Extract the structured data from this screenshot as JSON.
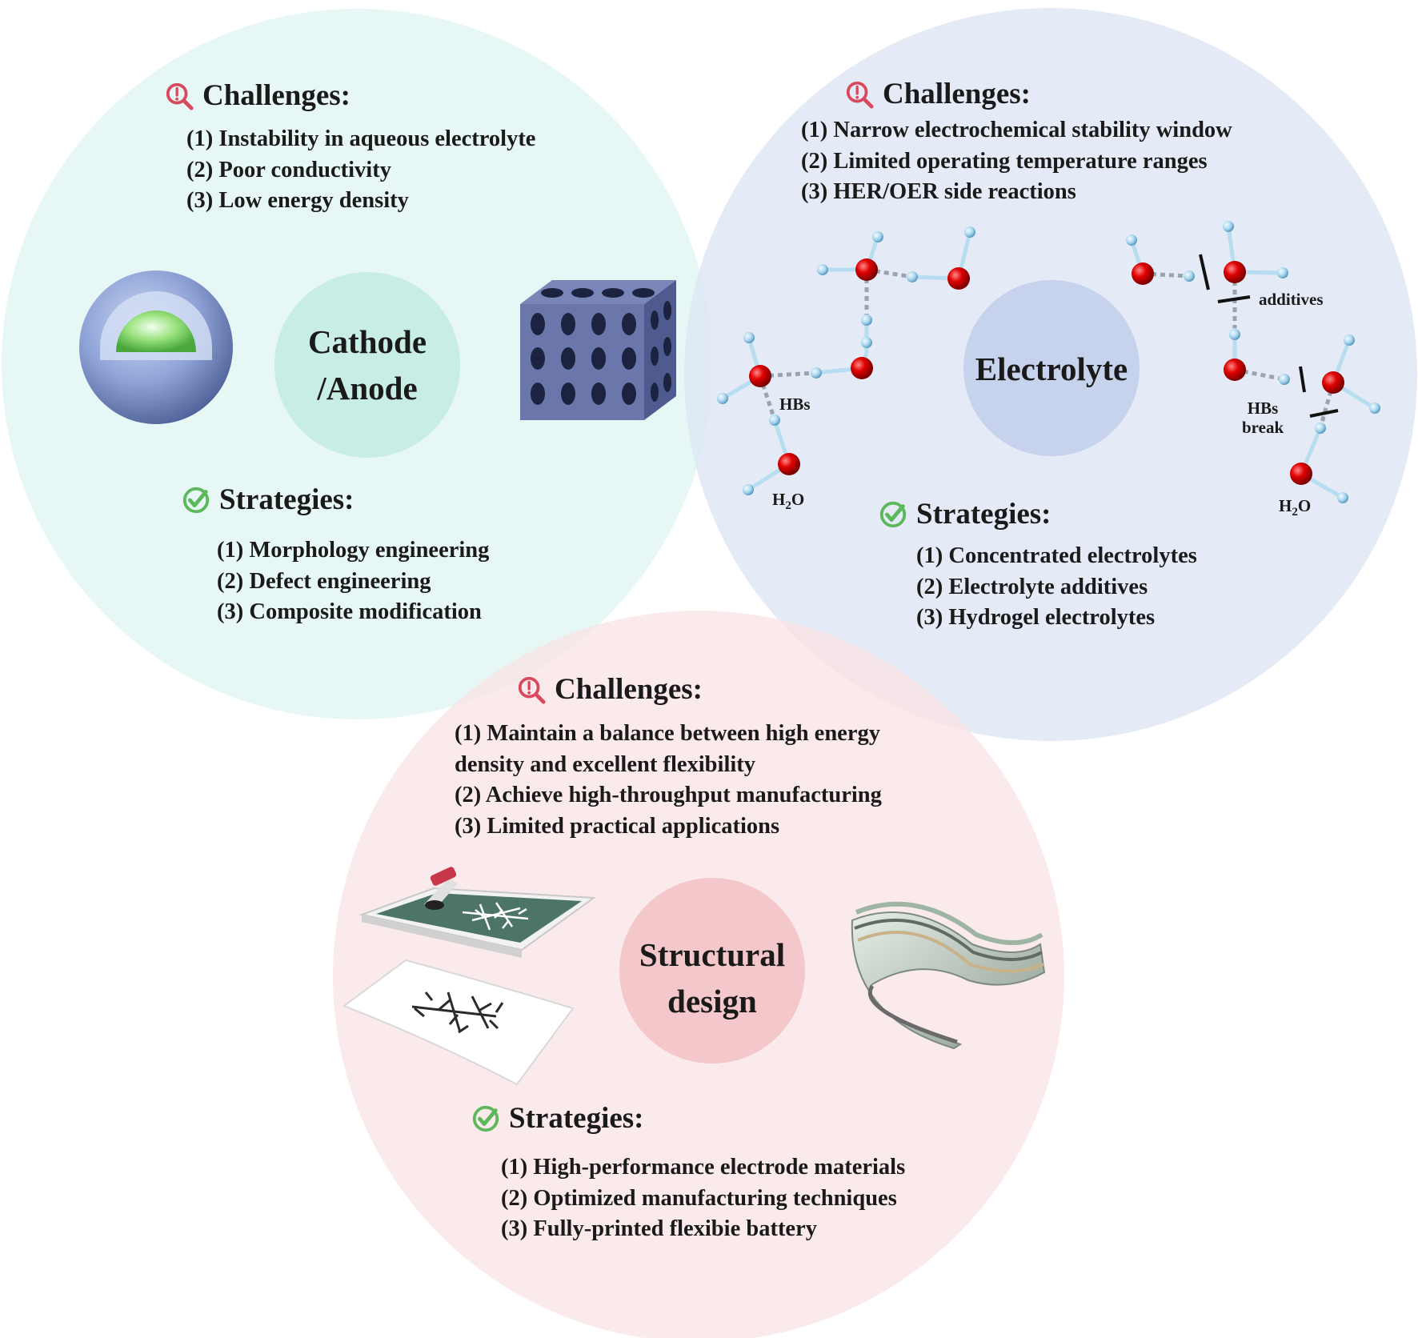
{
  "colors": {
    "cathode_circle": "#e3f6f4",
    "electrolyte_circle": "#dfe6f4",
    "structural_circle": "#f9e3e4",
    "challenge_icon": "#d9495d",
    "strategy_icon": "#5bb85b",
    "oxygen": "#e00000",
    "hydrogen": "#a8d6ee"
  },
  "icons": {
    "challenge": "magnifier-warning-icon",
    "strategy": "check-circle-icon"
  },
  "cathode": {
    "center_line1": "Cathode",
    "center_line2": "/Anode",
    "challenges_title": "Challenges:",
    "challenges": [
      "(1) Instability in aqueous electrolyte",
      "(2) Poor conductivity",
      "(3) Low energy density"
    ],
    "strategies_title": "Strategies:",
    "strategies": [
      "(1) Morphology engineering",
      "(2) Defect engineering",
      "(3) Composite modification"
    ]
  },
  "electrolyte": {
    "center": "Electrolyte",
    "challenges_title": "Challenges:",
    "challenges": [
      "(1) Narrow electrochemical stability window",
      "(2) Limited operating temperature ranges",
      "(3) HER/OER side reactions"
    ],
    "strategies_title": "Strategies:",
    "strategies": [
      "(1) Concentrated electrolytes",
      "(2) Electrolyte additives",
      "(3) Hydrogel electrolytes"
    ],
    "labels": {
      "hbs": "HBs",
      "h2o_left": "H",
      "h2o_sub": "2",
      "h2o_o": "O",
      "additives": "additives",
      "hbs_break_1": "HBs",
      "hbs_break_2": "break"
    }
  },
  "structural": {
    "center_line1": "Structural",
    "center_line2": "design",
    "challenges_title": "Challenges:",
    "challenges": [
      "(1) Maintain a balance between high energy",
      "density and excellent flexibility",
      "(2) Achieve high-throughput manufacturing",
      "(3) Limited practical applications"
    ],
    "strategies_title": "Strategies:",
    "strategies": [
      "(1) High-performance electrode materials",
      "(2) Optimized manufacturing techniques",
      "(3) Fully-printed flexibie battery"
    ]
  }
}
